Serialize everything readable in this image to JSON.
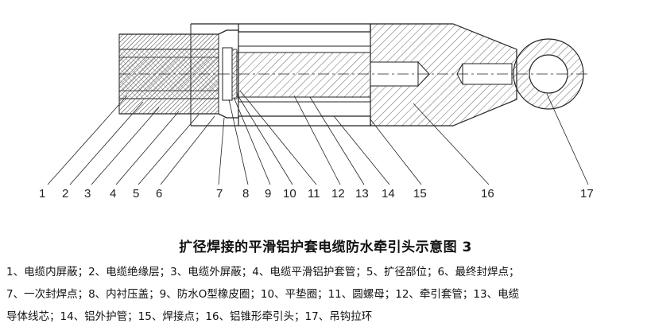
{
  "title": "扩径焊接的平滑铝护套电缆防水牵引头示意图 3",
  "legend": {
    "line1": "1、电缆内屏蔽；2、电缆绝缘层；3、电缆外屏蔽；4、电缆平滑铝护套管；5、扩径部位；6、最终封焊点；",
    "line2": "7、一次封焊点；8、内衬压盖；9、防水O型橡皮圈；10、平垫圈；11、圆螺母；12、牵引套管；13、电缆",
    "line3": "导体线芯；14、铝外护管；15、焊接点；16、铝锥形牵引头；17、吊钩拉环"
  },
  "callouts": [
    "1",
    "2",
    "3",
    "4",
    "5",
    "6",
    "7",
    "8",
    "9",
    "10",
    "11",
    "12",
    "13",
    "14",
    "15",
    "16",
    "17"
  ],
  "colors": {
    "line": "#222222",
    "hatch": "#555555",
    "fill": "#ffffff"
  }
}
